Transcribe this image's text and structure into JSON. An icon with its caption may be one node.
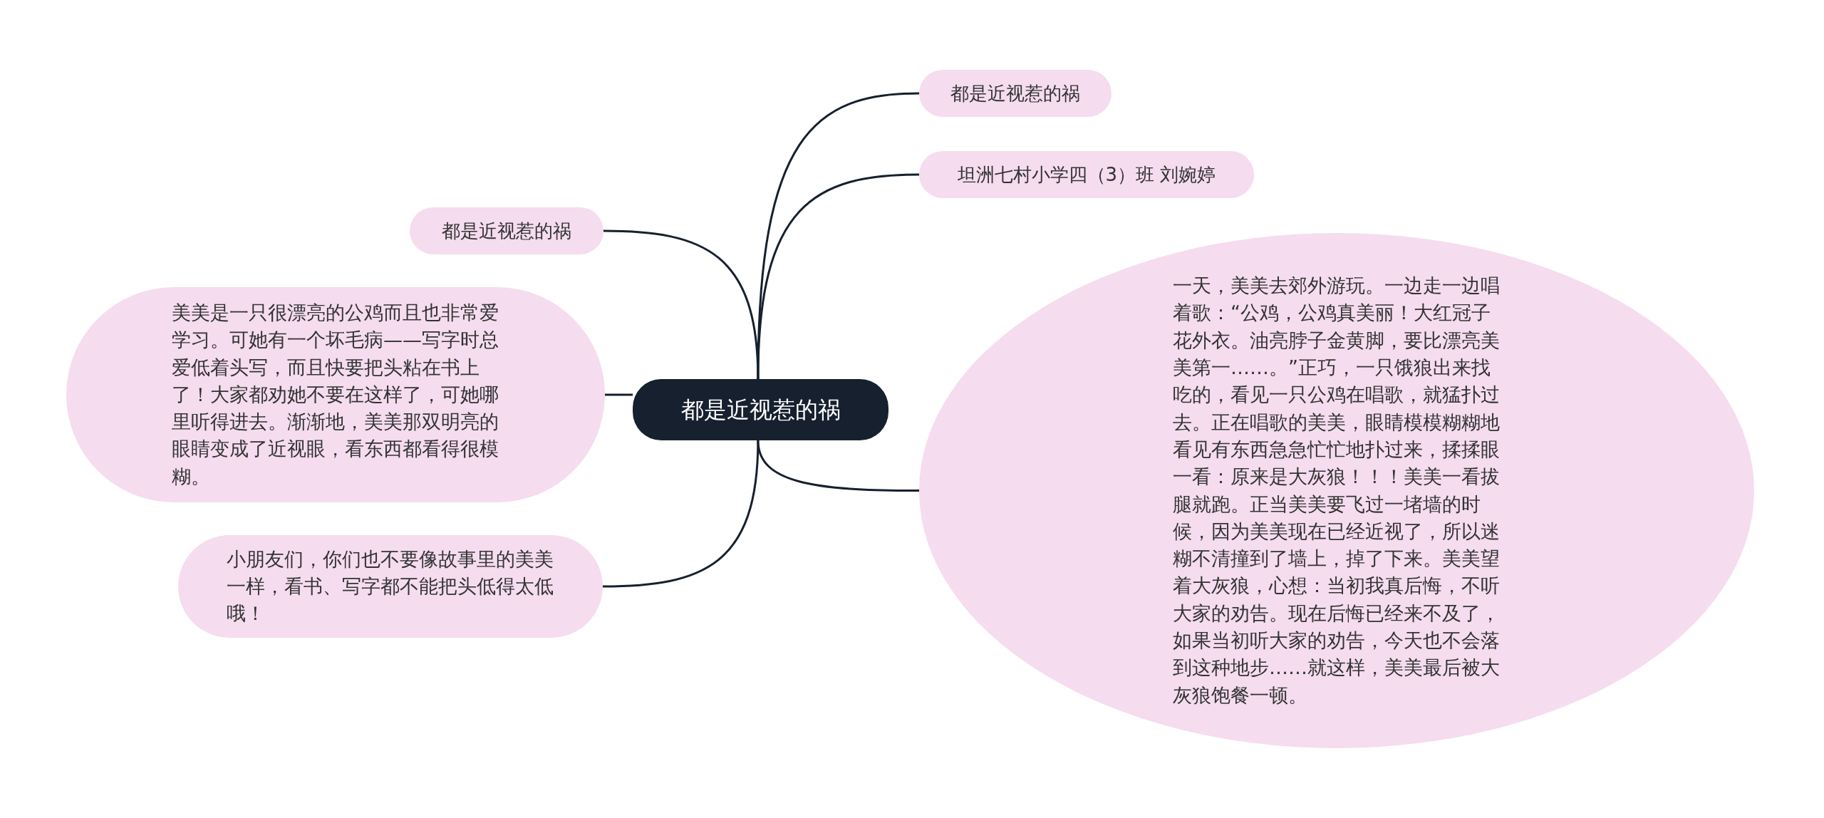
{
  "diagram": {
    "nodes": [
      {
        "text": [
          "都是近视惹的祸"
        ]
      },
      {
        "text": [
          "都是近视惹的祸"
        ]
      },
      {
        "text": [
          "坦洲七村小学四（3）班 刘婉婷"
        ]
      },
      {
        "text": [
          "一天，美美去郊外游玩。一边走一边唱着歌：“公鸡，公鸡真美丽！大红冠子花外衣。油亮脖子金黄脚，要比漂亮美美第一……。”正巧，一只饿狼出来找吃的，看见一只公鸡在唱歌，就猛扑过去。正在唱歌的美美，眼睛模模糊糊地看见有东西急急忙忙地扑过来，揉揉眼一看：原来是大灰狼！！！美美一看拔腿就跑。正当美美要飞过一堵墙的时候，因为美美现在已经近视了，所以迷糊不清撞到了墙上，掉了下来。美美望着大灰狼，心想：当初我真后悔，不听大家的劝告。现在后悔已经来不及了，如果当初听大家的劝告，今天也不会落到这种地步……就这样，美美最后被大灰狼饱餐一顿。"
        ]
      },
      {
        "text": [
          "都是近视惹的祸"
        ]
      },
      {
        "text": [
          "美美是一只很漂亮的公鸡而且也非常爱学习。可她有一个坏毛病——写字时总爱低着头写，而且快要把头粘在书上了！大家都劝她不要在这样了，可她哪里听得进去。渐渐地，美美那双明亮的眼睛变成了近视眼，看东西都看得很模糊。"
        ]
      },
      {
        "text": [
          "小朋友们，你们也不要像故事里的美美一样，看书、写字都不能把头低得太低哦！"
        ]
      }
    ],
    "edges": [
      {
        "from": 0,
        "to": 1,
        "arrow": "none"
      },
      {
        "from": 0,
        "to": 2,
        "arrow": "none"
      },
      {
        "from": 0,
        "to": 3,
        "arrow": "none"
      },
      {
        "from": 0,
        "to": 4,
        "arrow": "none"
      },
      {
        "from": 0,
        "to": 5,
        "arrow": "none"
      },
      {
        "from": 0,
        "to": 6,
        "arrow": "none"
      }
    ]
  }
}
